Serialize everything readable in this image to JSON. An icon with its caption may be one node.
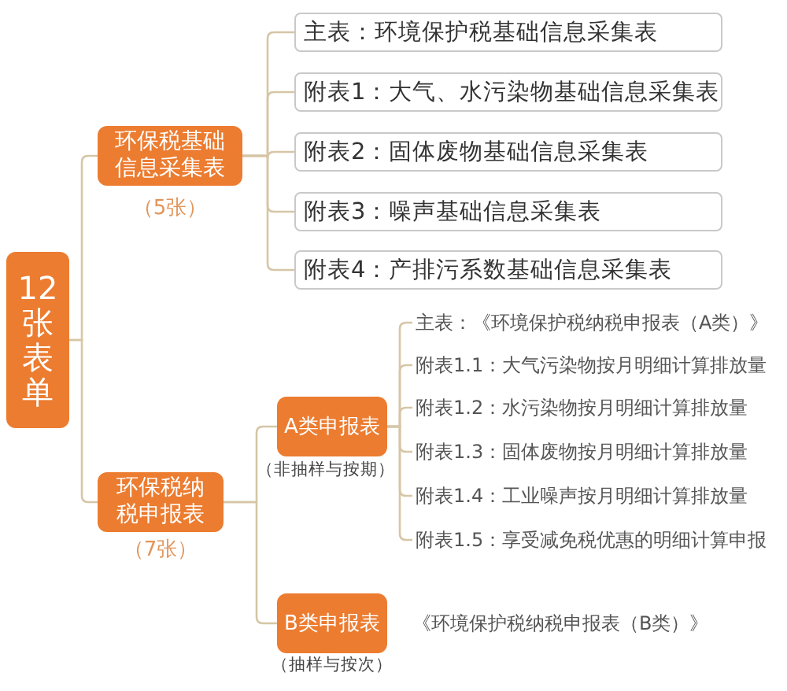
{
  "diagram": {
    "nodes": [
      {
        "text": [
          "12张表单"
        ]
      },
      {
        "text": [
          "环保税基础信息采集表"
        ],
        "beside": [
          "（5张）"
        ]
      },
      {
        "text": [
          "主表：环境保护税基础信息采集表"
        ]
      },
      {
        "text": [
          "附表1：大气、水污染物基础信息采集表"
        ]
      },
      {
        "text": [
          "附表2：固体废物基础信息采集表"
        ]
      },
      {
        "text": [
          "附表3：噪声基础信息采集表"
        ]
      },
      {
        "text": [
          "附表4：产排污系数基础信息采集表"
        ]
      },
      {
        "text": [
          "环保税纳税申报表"
        ],
        "beside": [
          "（7张）"
        ]
      },
      {
        "text": [
          "A类申报表"
        ],
        "beside": [
          "（非抽样与按期）"
        ]
      },
      {
        "text": [
          "主表：《环境保护税纳税申报表（A类）》"
        ]
      },
      {
        "text": [
          "附表1.1：大气污染物按月明细计算排放量"
        ]
      },
      {
        "text": [
          "附表1.2：水污染物按月明细计算排放量"
        ]
      },
      {
        "text": [
          "附表1.3：固体废物按月明细计算排放量"
        ]
      },
      {
        "text": [
          "附表1.4：工业噪声按月明细计算排放量"
        ]
      },
      {
        "text": [
          "附表1.5：享受减免税优惠的明细计算申报"
        ]
      },
      {
        "text": [
          "B类申报表"
        ],
        "beside": [
          "（抽样与按次）",
          "《环境保护税纳税申报表（B类）》"
        ]
      }
    ],
    "edges": [
      {
        "from": 0,
        "to": 1,
        "arrow": "none"
      },
      {
        "from": 0,
        "to": 7,
        "arrow": "none"
      },
      {
        "from": 1,
        "to": 2,
        "arrow": "none"
      },
      {
        "from": 1,
        "to": 3,
        "arrow": "none"
      },
      {
        "from": 1,
        "to": 4,
        "arrow": "none"
      },
      {
        "from": 1,
        "to": 5,
        "arrow": "none"
      },
      {
        "from": 1,
        "to": 6,
        "arrow": "none"
      },
      {
        "from": 7,
        "to": 8,
        "arrow": "none"
      },
      {
        "from": 7,
        "to": 15,
        "arrow": "none"
      },
      {
        "from": 8,
        "to": 9,
        "arrow": "none"
      },
      {
        "from": 8,
        "to": 10,
        "arrow": "none"
      },
      {
        "from": 8,
        "to": 11,
        "arrow": "none"
      },
      {
        "from": 8,
        "to": 12,
        "arrow": "none"
      },
      {
        "from": 8,
        "to": 13,
        "arrow": "none"
      },
      {
        "from": 8,
        "to": 14,
        "arrow": "none"
      }
    ]
  }
}
